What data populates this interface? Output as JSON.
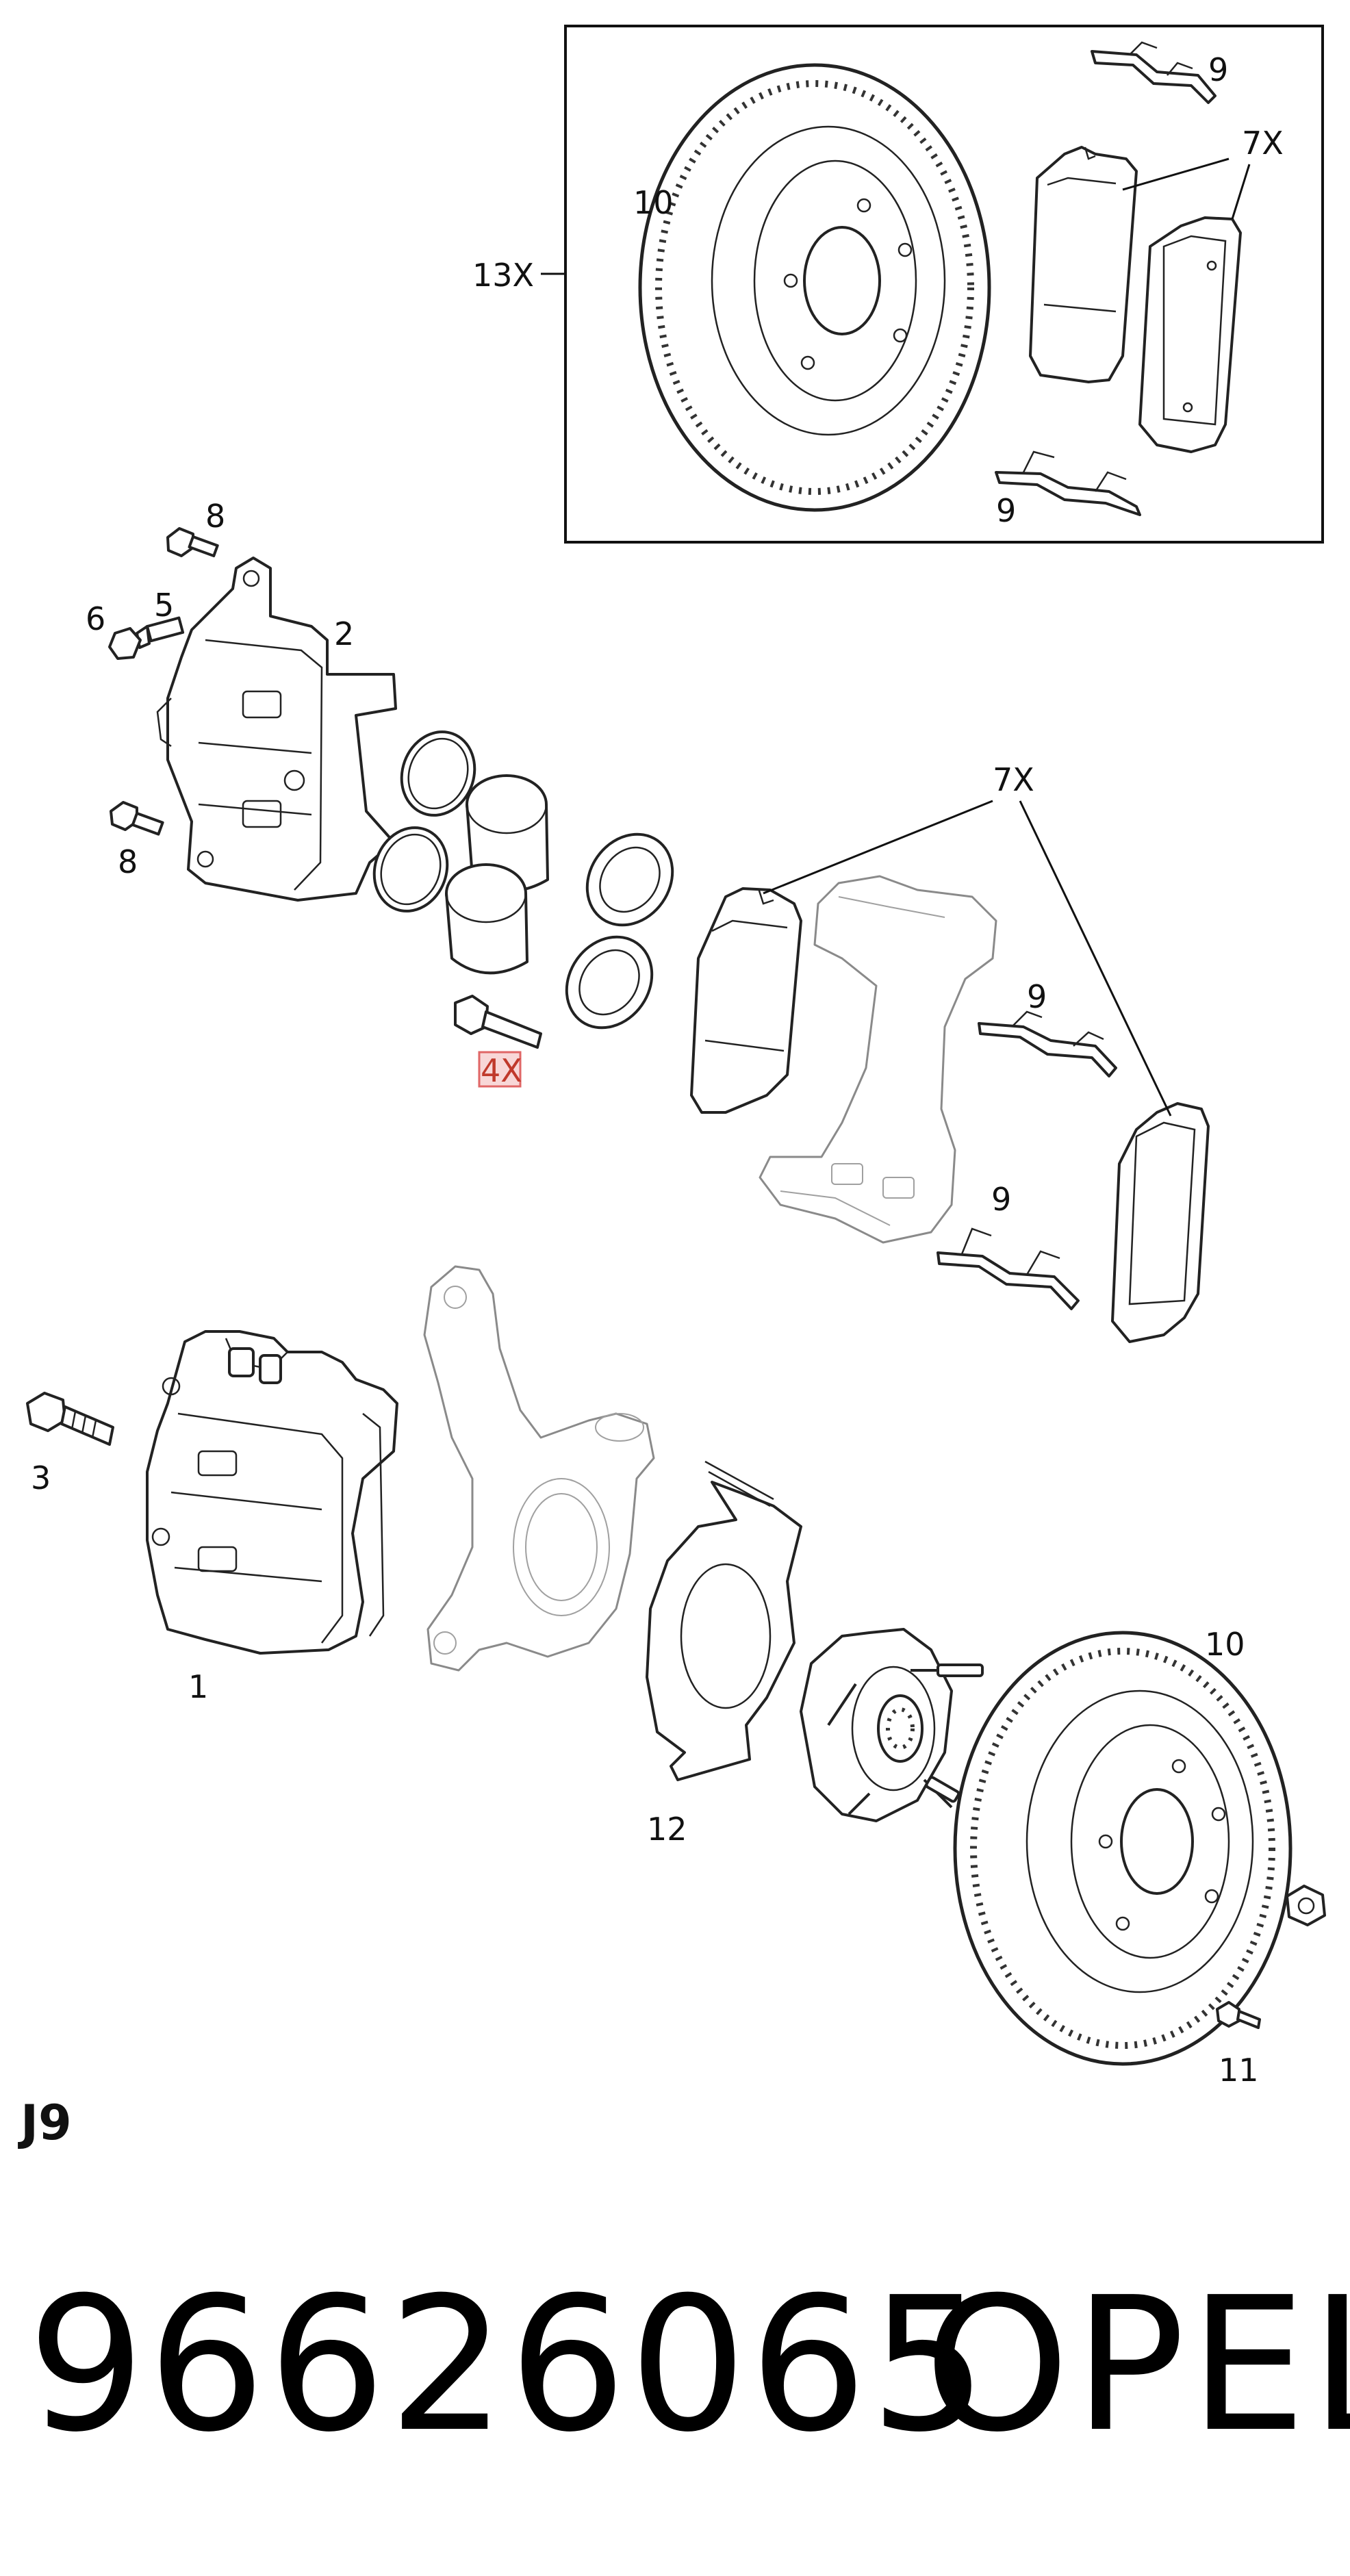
{
  "diagram": {
    "page_code": "J9",
    "highlight_color": "#e06666",
    "callouts": {
      "c13x": "13X",
      "c10_top": "10",
      "c9_top": "9",
      "c7x_top": "7X",
      "c9_box_bottom": "9",
      "c8_top": "8",
      "c5": "5",
      "c6": "6",
      "c2": "2",
      "c8_bottom": "8",
      "c7x_mid": "7X",
      "c9_mid_top": "9",
      "c9_mid_bottom": "9",
      "c4x": "4X",
      "c3": "3",
      "c1": "1",
      "c10_bottom": "10",
      "c12": "12",
      "c11": "11"
    }
  },
  "footer": {
    "part_number": "96626065",
    "brand": "OPEL"
  }
}
